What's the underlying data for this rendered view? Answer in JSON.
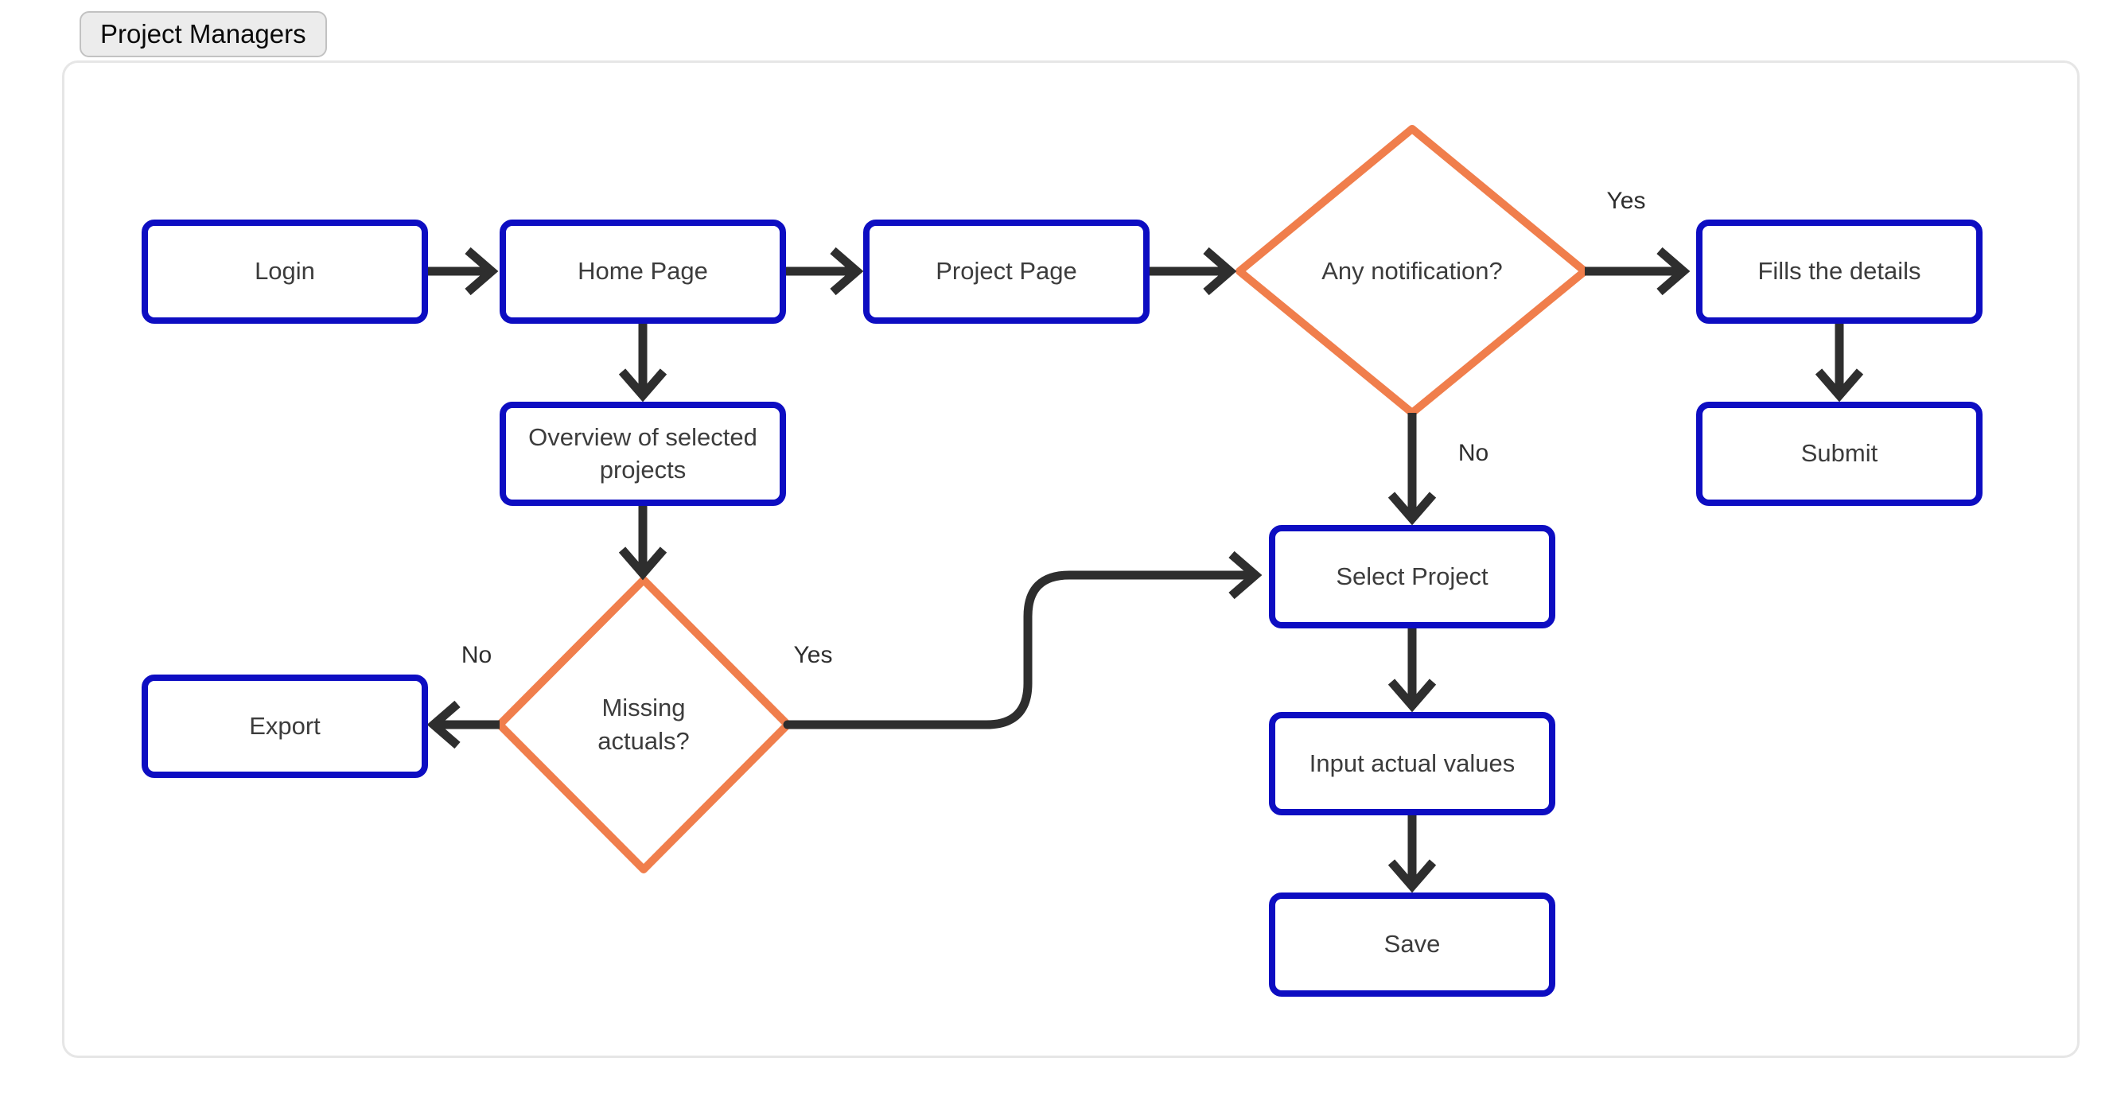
{
  "header": {
    "tag_label": "Project Managers"
  },
  "colors": {
    "process_border": "#0D0DC2",
    "decision_border": "#F07E4C",
    "connector": "#2E2E2E",
    "label_text": "#3C3C3C",
    "tag_background": "#ECECEC",
    "tag_border": "#C2C2C2",
    "canvas_border": "#E6E6E6"
  },
  "flowchart": {
    "nodes": {
      "login": {
        "label": "Login"
      },
      "home_page": {
        "label": "Home Page"
      },
      "project_page": {
        "label": "Project Page"
      },
      "any_notification": {
        "label": "Any notification?"
      },
      "fills_the_details": {
        "label": "Fills the details"
      },
      "submit": {
        "label": "Submit"
      },
      "overview_selected_projects": {
        "label": "Overview of selected projects"
      },
      "missing_actuals": {
        "label": "Missing actuals?"
      },
      "export": {
        "label": "Export"
      },
      "select_project": {
        "label": "Select Project"
      },
      "input_actual_values": {
        "label": "Input actual values"
      },
      "save": {
        "label": "Save"
      }
    },
    "edge_labels": {
      "any_notification_yes": "Yes",
      "any_notification_no": "No",
      "missing_actuals_no": "No",
      "missing_actuals_yes": "Yes"
    },
    "edges": [
      {
        "from": "login",
        "to": "home_page"
      },
      {
        "from": "home_page",
        "to": "project_page"
      },
      {
        "from": "project_page",
        "to": "any_notification"
      },
      {
        "from": "any_notification",
        "to": "fills_the_details",
        "label": "Yes"
      },
      {
        "from": "fills_the_details",
        "to": "submit"
      },
      {
        "from": "home_page",
        "to": "overview_selected_projects"
      },
      {
        "from": "overview_selected_projects",
        "to": "missing_actuals"
      },
      {
        "from": "any_notification",
        "to": "select_project",
        "label": "No"
      },
      {
        "from": "select_project",
        "to": "input_actual_values"
      },
      {
        "from": "input_actual_values",
        "to": "save"
      },
      {
        "from": "missing_actuals",
        "to": "export",
        "label": "No"
      },
      {
        "from": "missing_actuals",
        "to": "select_project",
        "label": "Yes"
      }
    ]
  }
}
